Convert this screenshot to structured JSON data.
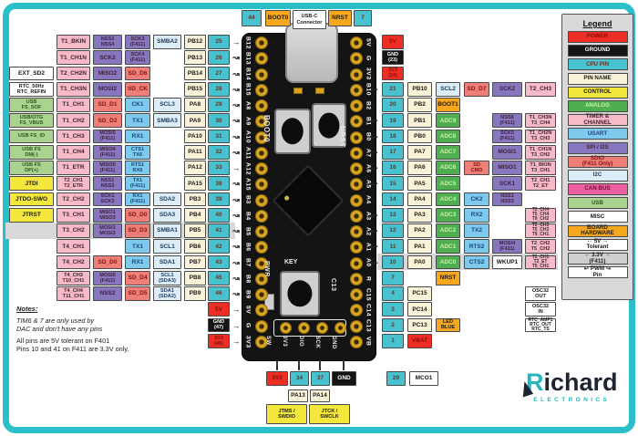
{
  "icons": {
    "arrow_right": "→",
    "arrow_left": "←",
    "pwm_right": "↝",
    "pwm_left": "↜"
  },
  "top_row": {
    "items": [
      {
        "t": "44",
        "k": "cpu"
      },
      {
        "t": "BOOT0",
        "k": "hw"
      },
      {
        "t": "USB-C\nConnector",
        "k": "misc"
      },
      {
        "t": "NRST",
        "k": "hw"
      },
      {
        "t": "7",
        "k": "cpu"
      }
    ]
  },
  "left_rows": [
    {
      "cells": [
        null,
        [
          "T1_BKIN",
          "timer"
        ],
        [
          "NSS2\nNSS4",
          "spi"
        ],
        [
          "SCK3\n(F411)",
          "spi"
        ],
        [
          "SMBA2",
          "i2c"
        ],
        [
          "PB12",
          "pinname"
        ],
        [
          "25",
          "cpu"
        ]
      ],
      "pwm": false
    },
    {
      "cells": [
        null,
        [
          "T1_CH1N",
          "timer"
        ],
        [
          "SCK2",
          "spi"
        ],
        [
          "SCK4\n(F411)",
          "spi"
        ],
        null,
        [
          "PB13",
          "pinname"
        ],
        [
          "26",
          "cpu"
        ]
      ],
      "pwm": true
    },
    {
      "cells": [
        [
          "EXT_SD2",
          "misc"
        ],
        [
          "T2_CH2N",
          "timer"
        ],
        [
          "MISO2",
          "spi"
        ],
        [
          "SD_D6",
          "sdio"
        ],
        null,
        [
          "PB14",
          "pinname"
        ],
        [
          "27",
          "cpu"
        ]
      ],
      "pwm": true
    },
    {
      "cells": [
        [
          "RTC_50Hz\nRTC_REFIN",
          "misc"
        ],
        [
          "T1_CH3N",
          "timer"
        ],
        [
          "MOSI2",
          "spi"
        ],
        [
          "SD_CK",
          "sdio"
        ],
        null,
        [
          "PB15",
          "pinname"
        ],
        [
          "28",
          "cpu"
        ]
      ],
      "pwm": true
    },
    {
      "cells": [
        [
          "USB\nFS_SOF",
          "usb"
        ],
        [
          "T1_CH1",
          "timer"
        ],
        [
          "SD_D1",
          "sdio"
        ],
        [
          "CK1",
          "usart"
        ],
        [
          "SCL3",
          "i2c"
        ],
        [
          "PA8",
          "pinname"
        ],
        [
          "29",
          "cpu"
        ]
      ],
      "pwm": true
    },
    {
      "cells": [
        [
          "USB/OTG\nFS_VBUS",
          "usb"
        ],
        [
          "T1_CH2",
          "timer"
        ],
        [
          "SD_D2",
          "sdio"
        ],
        [
          "TX1",
          "usart"
        ],
        [
          "SMBA3",
          "i2c"
        ],
        [
          "PA9",
          "pinname"
        ],
        [
          "30",
          "cpu"
        ]
      ],
      "pwm": true
    },
    {
      "cells": [
        [
          "USB FS_ID",
          "usb"
        ],
        [
          "T1_CH3",
          "timer"
        ],
        [
          "MOSI5\n(F411)",
          "spi"
        ],
        [
          "RX1",
          "usart"
        ],
        null,
        [
          "PA10",
          "pinname"
        ],
        [
          "31",
          "cpu"
        ]
      ],
      "pwm": true
    },
    {
      "cells": [
        [
          "USB FS\nDM(-)",
          "usb"
        ],
        [
          "T1_CH4",
          "timer"
        ],
        [
          "MISO4\n(F411)",
          "spi"
        ],
        [
          "CTS1\nTX6",
          "usart"
        ],
        null,
        [
          "PA11",
          "pinname"
        ],
        [
          "32",
          "cpu"
        ]
      ],
      "pwm": true
    },
    {
      "cells": [
        [
          "USB FS\nDP(+)",
          "usb"
        ],
        [
          "T1_ETR",
          "timer"
        ],
        [
          "MISO5\n(F411)",
          "spi"
        ],
        [
          "RTS1\nRX6",
          "usart"
        ],
        null,
        [
          "PA12",
          "pinname"
        ],
        [
          "33",
          "cpu"
        ]
      ],
      "pwm": false
    },
    {
      "cells": [
        [
          "JTDI",
          "control"
        ],
        [
          "T2_CH1\nT2_ETR",
          "timer"
        ],
        [
          "NSS1\nNSS3",
          "spi"
        ],
        [
          "TX1\n(F411)",
          "usart"
        ],
        null,
        [
          "PA15",
          "pinname"
        ],
        [
          "38",
          "cpu"
        ]
      ],
      "pwm": true
    },
    {
      "cells": [
        [
          "JTDO-SWO",
          "control"
        ],
        [
          "T2_CH2",
          "timer"
        ],
        [
          "SCK1\nSCK3",
          "spi"
        ],
        [
          "RX1\n(F411)",
          "usart"
        ],
        [
          "SDA2",
          "i2c"
        ],
        [
          "PB3",
          "pinname"
        ],
        [
          "39",
          "cpu"
        ]
      ],
      "pwm": true
    },
    {
      "cells": [
        [
          "JTRST",
          "control"
        ],
        [
          "T3_CH1",
          "timer"
        ],
        [
          "MISO1\nMISO3",
          "spi"
        ],
        [
          "SD_D0",
          "sdio"
        ],
        [
          "SDA3",
          "i2c"
        ],
        [
          "PB4",
          "pinname"
        ],
        [
          "40",
          "cpu"
        ]
      ],
      "pwm": true
    },
    {
      "cells": [
        null,
        [
          "T3_CH2",
          "timer"
        ],
        [
          "MOSI1\nMOSI3",
          "spi"
        ],
        [
          "SD_D3",
          "sdio"
        ],
        [
          "SMBA1",
          "i2c"
        ],
        [
          "PB5",
          "pinname"
        ],
        [
          "41",
          "cpu"
        ]
      ],
      "pwm": true,
      "gray": true
    },
    {
      "cells": [
        null,
        [
          "T4_CH1",
          "timer"
        ],
        null,
        [
          "TX1",
          "usart"
        ],
        [
          "SCL1",
          "i2c"
        ],
        [
          "PB6",
          "pinname"
        ],
        [
          "42",
          "cpu"
        ]
      ],
      "pwm": true
    },
    {
      "cells": [
        null,
        [
          "T4_CH2",
          "timer"
        ],
        [
          "SD_D0",
          "sdio"
        ],
        [
          "RX1",
          "usart"
        ],
        [
          "SDA1",
          "i2c"
        ],
        [
          "PB7",
          "pinname"
        ],
        [
          "43",
          "cpu"
        ]
      ],
      "pwm": true
    },
    {
      "cells": [
        null,
        [
          "T4_CH3\nT10_CH1",
          "timer"
        ],
        [
          "MOSI5\n(F411)",
          "spi"
        ],
        [
          "SD_D4",
          "sdio"
        ],
        [
          "SCL1\n(SDA3)",
          "i2c"
        ],
        [
          "PB8",
          "pinname"
        ],
        [
          "45",
          "cpu"
        ]
      ],
      "pwm": true
    },
    {
      "cells": [
        null,
        [
          "T4_CH4\nT11_CH1",
          "timer"
        ],
        [
          "NSS2",
          "spi"
        ],
        [
          "SD_D5",
          "sdio"
        ],
        [
          "SDA1\n(SDA2)",
          "i2c"
        ],
        [
          "PB9",
          "pinname"
        ],
        [
          "46",
          "cpu"
        ]
      ],
      "pwm": true
    },
    {
      "cells": [
        null,
        null,
        null,
        null,
        null,
        null,
        [
          "5V",
          "power"
        ]
      ],
      "pwm": false
    },
    {
      "cells": [
        null,
        null,
        null,
        null,
        null,
        null,
        [
          "GND\n(47)",
          "ground"
        ]
      ],
      "pwm": false
    },
    {
      "cells": [
        null,
        null,
        null,
        null,
        null,
        null,
        [
          "3V3\n(48)",
          "power"
        ]
      ],
      "pwm": false
    }
  ],
  "right_rows": [
    {
      "cells": [
        [
          "5V",
          "power"
        ],
        null,
        null,
        null,
        null,
        null
      ],
      "pwm": false
    },
    {
      "cells": [
        [
          "GND\n(23)",
          "ground"
        ],
        null,
        null,
        null,
        null,
        null
      ],
      "pwm": false
    },
    {
      "cells": [
        [
          "3V3\n(24)",
          "power"
        ],
        null,
        null,
        null,
        null,
        null
      ],
      "pwm": false
    },
    {
      "cells": [
        [
          "21",
          "cpu"
        ],
        [
          "PB10",
          "pinname"
        ],
        [
          "SCL2",
          "i2c"
        ],
        [
          "SD_D7",
          "sdio"
        ],
        [
          "SCK2",
          "spi"
        ],
        [
          "T2_CH3",
          "timer"
        ]
      ],
      "pwm": true
    },
    {
      "cells": [
        [
          "20",
          "cpu"
        ],
        [
          "PB2",
          "pinname"
        ],
        [
          "BOOT1",
          "hw"
        ],
        null,
        null,
        null
      ],
      "pwm": false
    },
    {
      "cells": [
        [
          "19",
          "cpu"
        ],
        [
          "PB1",
          "pinname"
        ],
        [
          "ADC9",
          "analog"
        ],
        null,
        [
          "NSS5\n(F411)",
          "spi"
        ],
        [
          "T1_CH3N\nT3_CH4",
          "timer"
        ]
      ],
      "pwm": true
    },
    {
      "cells": [
        [
          "18",
          "cpu"
        ],
        [
          "PB0",
          "pinname"
        ],
        [
          "ADC8",
          "analog"
        ],
        null,
        [
          "SCK5\n(F411)",
          "spi"
        ],
        [
          "T1_CH2N\nT3_CH3",
          "timer"
        ]
      ],
      "pwm": true
    },
    {
      "cells": [
        [
          "17",
          "cpu"
        ],
        [
          "PA7",
          "pinname"
        ],
        [
          "ADC7",
          "analog"
        ],
        null,
        [
          "MOSI1",
          "spi"
        ],
        [
          "T1_CH1N\nT3_CH2",
          "timer"
        ]
      ],
      "pwm": true
    },
    {
      "cells": [
        [
          "16",
          "cpu"
        ],
        [
          "PA6",
          "pinname"
        ],
        [
          "ADC6",
          "analog"
        ],
        [
          "SD\nCMD",
          "sdio"
        ],
        [
          "MISO1",
          "spi"
        ],
        [
          "T1_BKIN\nT3_CH1",
          "timer"
        ]
      ],
      "pwm": true
    },
    {
      "cells": [
        [
          "15",
          "cpu"
        ],
        [
          "PA5",
          "pinname"
        ],
        [
          "ADC5",
          "analog"
        ],
        null,
        [
          "SCK1",
          "spi"
        ],
        [
          "T2_CH1\nT2_ET",
          "timer"
        ]
      ],
      "pwm": true
    },
    {
      "cells": [
        [
          "14",
          "cpu"
        ],
        [
          "PA4",
          "pinname"
        ],
        [
          "ADC4",
          "analog"
        ],
        [
          "CK2",
          "usart"
        ],
        [
          "NSS1\nNSS3",
          "spi"
        ],
        null
      ],
      "pwm": false
    },
    {
      "cells": [
        [
          "13",
          "cpu"
        ],
        [
          "PA3",
          "pinname"
        ],
        [
          "ADC3",
          "analog"
        ],
        [
          "RX2",
          "usart"
        ],
        null,
        [
          "T2_CH4\nT5_CH4\nT9_CH2",
          "timer"
        ]
      ],
      "pwm": true
    },
    {
      "cells": [
        [
          "12",
          "cpu"
        ],
        [
          "PA2",
          "pinname"
        ],
        [
          "ADC2",
          "analog"
        ],
        [
          "TX2",
          "usart"
        ],
        null,
        [
          "T2_CH3\nT5_CH3\nT9_CH1",
          "timer"
        ]
      ],
      "pwm": true
    },
    {
      "cells": [
        [
          "11",
          "cpu"
        ],
        [
          "PA1",
          "pinname"
        ],
        [
          "ADC1",
          "analog"
        ],
        [
          "RTS2",
          "usart"
        ],
        [
          "MOSI4\n(F411)",
          "spi"
        ],
        [
          "T2_CH2\nT5_CH2",
          "timer"
        ]
      ],
      "pwm": true
    },
    {
      "cells": [
        [
          "10",
          "cpu"
        ],
        [
          "PA0",
          "pinname"
        ],
        [
          "ADC0",
          "analog"
        ],
        [
          "CTS2",
          "usart"
        ],
        [
          "WKUP1",
          "misc"
        ],
        [
          "T2_CH1\nT2_ET\nT5_CH1",
          "timer"
        ]
      ],
      "pwm": true,
      "gray": true
    },
    {
      "cells": [
        [
          "7",
          "cpu"
        ],
        null,
        [
          "NRST",
          "hw"
        ],
        null,
        null,
        null
      ],
      "pwm": false
    },
    {
      "cells": [
        [
          "4",
          "cpu"
        ],
        [
          "PC15",
          "pinname"
        ],
        null,
        null,
        null,
        [
          "OSC32\nOUT",
          "misc"
        ]
      ],
      "pwm": false
    },
    {
      "cells": [
        [
          "3",
          "cpu"
        ],
        [
          "PC14",
          "pinname"
        ],
        null,
        null,
        null,
        [
          "OSC32\nIN",
          "misc"
        ]
      ],
      "pwm": false
    },
    {
      "cells": [
        [
          "2",
          "cpu"
        ],
        [
          "PC13",
          "pinname"
        ],
        [
          "LED\nBLUE",
          "hw"
        ],
        null,
        null,
        [
          "RTC_AMP1\nRTC_OUT\nRTC_TS",
          "misc"
        ]
      ],
      "pwm": false
    },
    {
      "cells": [
        [
          "1",
          "cpu"
        ],
        [
          "VBAT",
          "power"
        ],
        null,
        null,
        null,
        null
      ],
      "pwm": false
    }
  ],
  "board": {
    "left_edge": [
      "B12",
      "B13",
      "B14",
      "B15",
      "A8",
      "A9",
      "A10",
      "A11",
      "A12",
      "A15",
      "B3",
      "B4",
      "B5",
      "B6",
      "B7",
      "B8",
      "B9",
      "5V",
      "G",
      "3V3"
    ],
    "right_edge": [
      "5V",
      "G",
      "3V3",
      "B10",
      "B2",
      "B1",
      "B0",
      "A7",
      "A6",
      "A5",
      "A4",
      "A3",
      "A2",
      "A1",
      "A0",
      "R",
      "C15",
      "C14",
      "C13",
      "VB"
    ],
    "silk": {
      "boot0": "BOOT0",
      "nrst": "NRST",
      "pwr": "PWR",
      "key": "KEY",
      "c13": "C13",
      "swd": [
        "SW",
        "3V3",
        "DIO",
        "SCK",
        "GND"
      ]
    }
  },
  "bottom_row": {
    "items": [
      {
        "t": "3V3",
        "k": "power"
      },
      {
        "t": "34",
        "k": "cpu"
      },
      {
        "t": "37",
        "k": "cpu"
      },
      {
        "t": "GND",
        "k": "ground"
      },
      {
        "t": "PA13",
        "k": "pinname"
      },
      {
        "t": "PA14",
        "k": "pinname"
      },
      {
        "t": "JTMS /\nSWDIO",
        "k": "control"
      },
      {
        "t": "JTCK /\nSWCLK",
        "k": "control"
      },
      {
        "t": "29",
        "k": "cpu"
      },
      {
        "t": "MCO1",
        "k": "misc"
      }
    ]
  },
  "legend": {
    "title": "Legend",
    "items": [
      {
        "t": "POWER",
        "k": "power"
      },
      {
        "t": "GROUND",
        "k": "ground"
      },
      {
        "t": "CPU PIN",
        "k": "cpu"
      },
      {
        "t": "PIN NAME",
        "k": "pinname"
      },
      {
        "t": "CONTROL",
        "k": "control"
      },
      {
        "t": "ANALOG",
        "k": "analog"
      },
      {
        "t": "TIMER &\nCHANNEL",
        "k": "timer"
      },
      {
        "t": "USART",
        "k": "usart"
      },
      {
        "t": "SPI / I2S",
        "k": "spi"
      },
      {
        "t": "SDIO\n(F411 Only)",
        "k": "sdio"
      },
      {
        "t": "I2C",
        "k": "i2c"
      },
      {
        "t": "CAN BUS",
        "k": "can"
      },
      {
        "t": "USB",
        "k": "usb"
      },
      {
        "t": "MISC",
        "k": "misc"
      },
      {
        "t": "BOARD\nHARDWARE",
        "k": "hw"
      },
      {
        "t": "← 5V →\nTolerant",
        "k": "misc"
      },
      {
        "t": "← 3.3V →\n(F411)",
        "k": "gray"
      },
      {
        "t": "↜ PWM ↝\nPin",
        "k": "misc"
      }
    ]
  },
  "notes": {
    "title": "Notes:",
    "italic_lines": [
      "TIM6 & 7 are only used by",
      "DAC and don't have any pins"
    ],
    "regular_lines": [
      "All pins are 5V tolerant on F401",
      "Pins 10 and 41 on F411 are 3.3V only."
    ]
  },
  "logo": {
    "word": "Richard",
    "sub": "ELECTRONICS"
  },
  "colors": {
    "frame": "#2abfc9",
    "power": "#ee2e24",
    "ground": "#141414",
    "cpu": "#49c2cf",
    "pinname": "#f8f3d8",
    "control": "#f3e83b",
    "analog": "#4fae50",
    "timer": "#f9bac7",
    "usart": "#7ecaec",
    "spi": "#8677bf",
    "sdio": "#ee7f78",
    "i2c": "#dcedf8",
    "can": "#ec5fa1",
    "usb": "#abd390",
    "hw": "#f6a71d",
    "gray": "#cfcfcf"
  }
}
